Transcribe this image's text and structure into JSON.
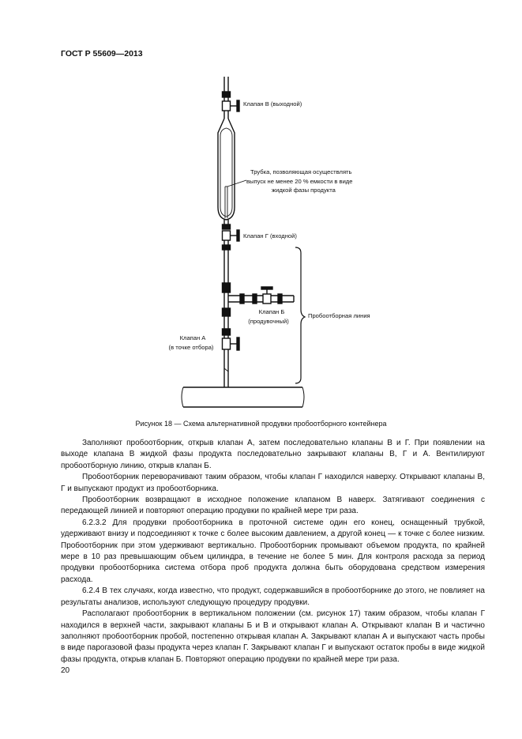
{
  "header": {
    "code": "ГОСТ Р 55609—2013"
  },
  "figure": {
    "labels": {
      "valve_v": "Клапан В (выходной)",
      "tube_line1": "Трубка, позволяющая осуществлять",
      "tube_line2": "выпуск не менее 20 % емкости в виде",
      "tube_line3": "жидкой фазы продукта",
      "valve_g": "Клапан Г (входной)",
      "valve_b_line1": "Клапан Б",
      "valve_b_line2": "(продувочный)",
      "sampling_line": "Пробоотборная линия",
      "valve_a_line1": "Клапан А",
      "valve_a_line2": "(в точке отбора)"
    },
    "caption": "Рисунок 18 — Схема альтернативной продувки пробоотборного контейнера"
  },
  "paragraphs": [
    "Заполняют пробоотборник, открыв клапан А, затем последовательно клапаны В и Г. При появлении на выходе клапана В жидкой фазы продукта последовательно закрывают клапаны В, Г и А. Вентилируют пробоотборную линию, открыв клапан Б.",
    "Пробоотборник переворачивают таким образом, чтобы клапан Г находился наверху. Открывают клапаны В, Г и выпускают продукт из пробоотборника.",
    "Пробоотборник возвращают в исходное положение клапаном В наверх. Затягивают соединения с передающей линией и повторяют операцию продувки по крайней мере три раза.",
    "6.2.3.2 Для продувки пробоотборника в проточной системе один его конец, оснащенный трубкой, удерживают внизу и подсоединяют к точке с более высоким давлением, а другой конец — к точке с более низким. Пробоотборник при этом удерживают вертикально. Пробоотборник промывают объемом продукта, по крайней мере в 10 раз превышающим объем цилиндра, в течение не более 5 мин. Для контроля расхода за период продувки пробоотборника система отбора проб продукта должна быть оборудована средством измерения расхода.",
    "6.2.4 В тех случаях, когда известно, что продукт, содержавшийся в пробоотборнике до этого, не повлияет на результаты анализов, используют следующую процедуру продувки.",
    "Располагают пробоотборник в вертикальном положении (см. рисунок 17) таким образом, чтобы клапан Г находился в верхней части, закрывают клапаны Б и В и открывают клапан А. Открывают клапан В и частично заполняют пробоотборник пробой, постепенно открывая клапан А. Закрывают клапан А и выпускают часть пробы в виде парогазовой фазы продукта через клапан Г. Закрывают клапан Г и выпускают остаток пробы в виде жидкой фазы продукта, открыв клапан Б. Повторяют операцию продувки по крайней мере три раза."
  ],
  "page_number": "20"
}
